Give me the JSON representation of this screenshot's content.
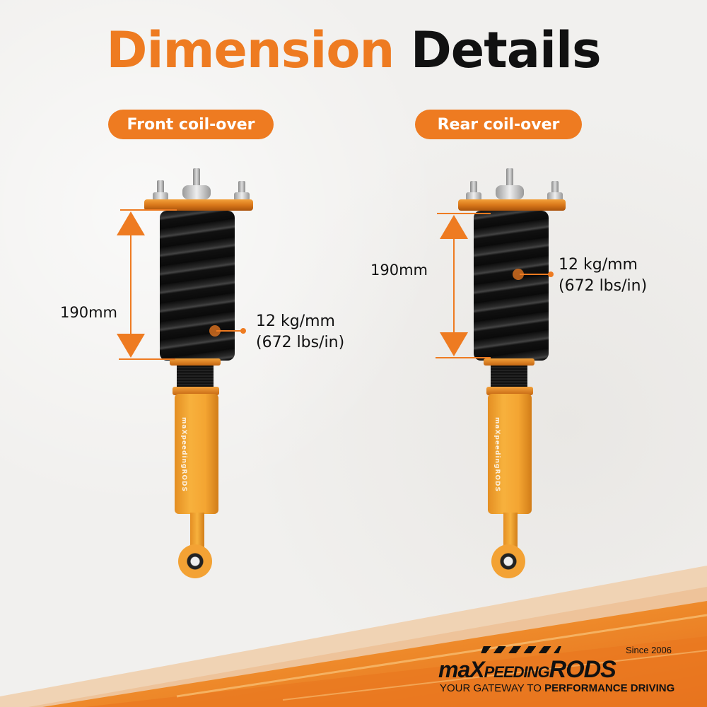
{
  "title": {
    "part1": "Dimension",
    "part2": "Details"
  },
  "colors": {
    "accent": "#ee7b21",
    "text": "#111111",
    "background": "#f1f0ee"
  },
  "front": {
    "label": "Front coil-over",
    "height": "190mm",
    "spring_rate_metric": "12 kg/mm",
    "spring_rate_imperial": "(672 lbs/in)",
    "brand_print": "maXpeedingRODS"
  },
  "rear": {
    "label": "Rear coil-over",
    "height": "190mm",
    "spring_rate_metric": "12 kg/mm",
    "spring_rate_imperial": "(672 lbs/in)",
    "brand_print": "maXpeedingRODS"
  },
  "logo": {
    "since": "Since 2006",
    "wordmark_a": "maX",
    "wordmark_b": "PEEDING",
    "wordmark_c": "RODS",
    "tagline_light": "YOUR GATEWAY TO ",
    "tagline_bold": "PERFORMANCE DRIVING"
  }
}
